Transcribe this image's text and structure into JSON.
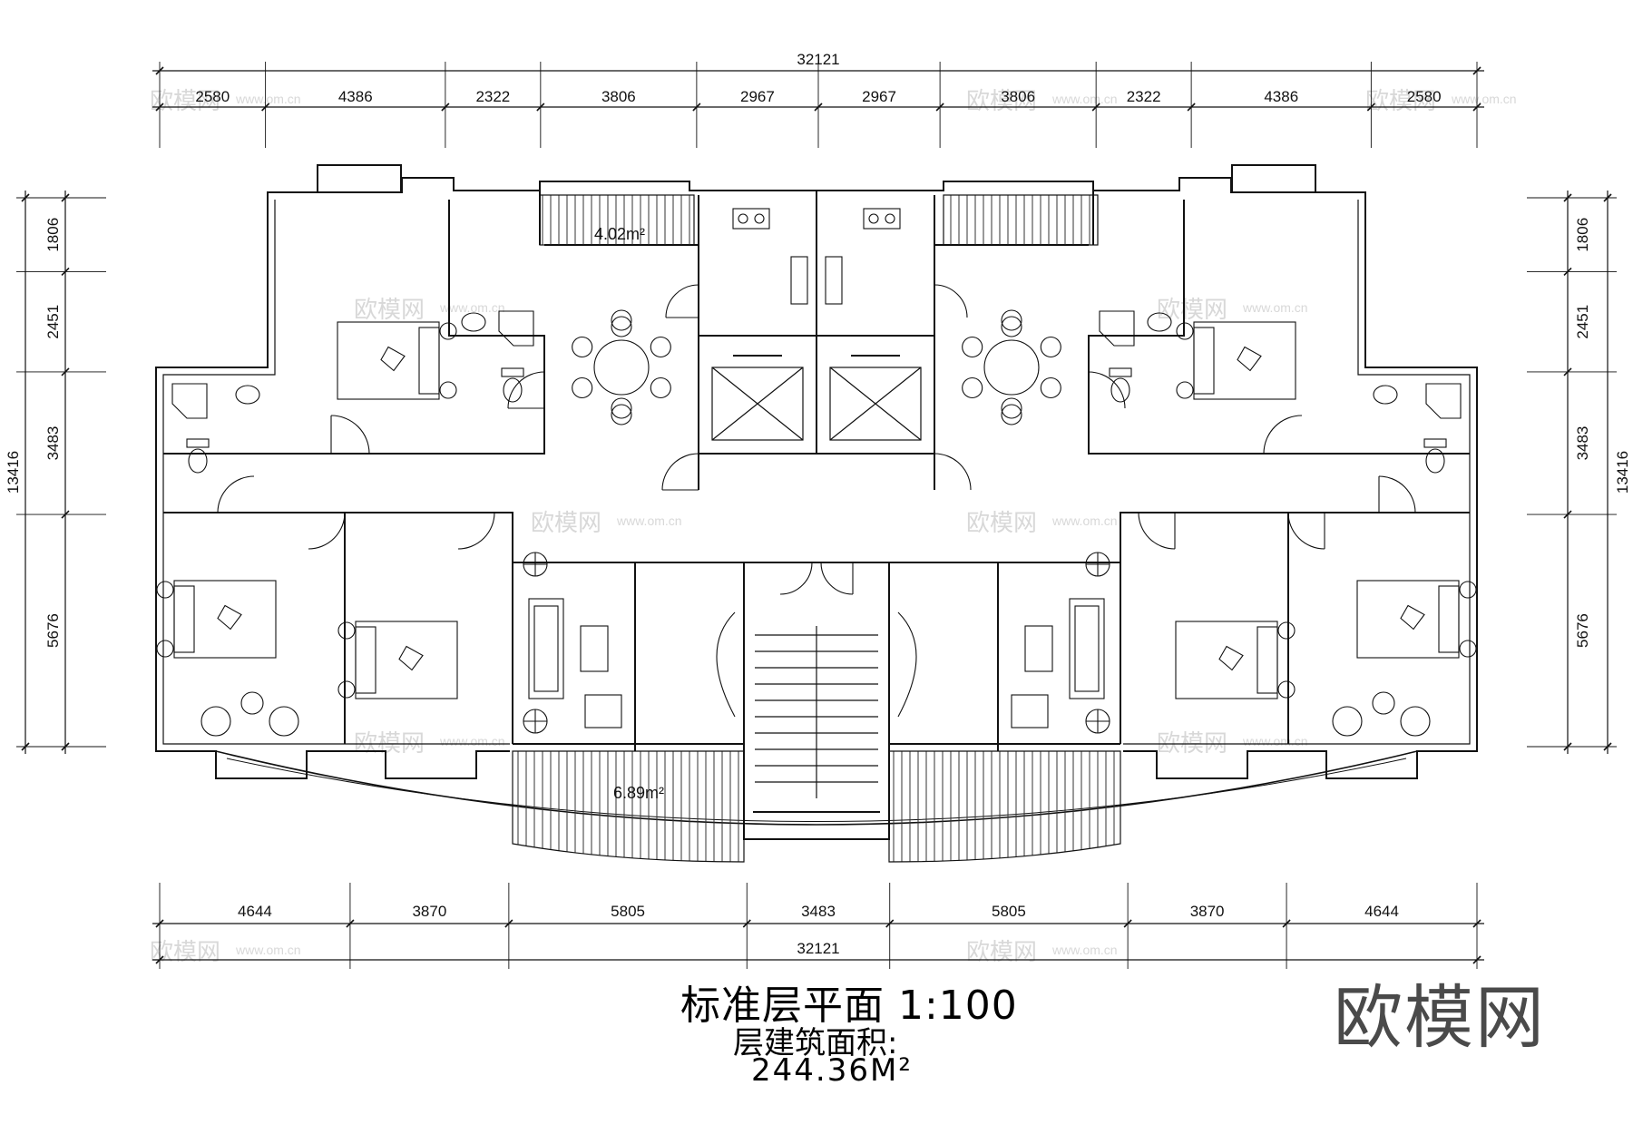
{
  "dimensions": {
    "top_total": "32121",
    "top_segments": [
      "2580",
      "4386",
      "2322",
      "3806",
      "2967",
      "2967",
      "3806",
      "2322",
      "4386",
      "2580"
    ],
    "bottom_total": "32121",
    "bottom_segments": [
      "4644",
      "3870",
      "5805",
      "3483",
      "5805",
      "3870",
      "4644"
    ],
    "left_total": "13416",
    "left_segments": [
      "1806",
      "2451",
      "3483",
      "5676"
    ],
    "right_total": "13416",
    "right_segments": [
      "1806",
      "2451",
      "3483",
      "5676"
    ]
  },
  "area_labels": {
    "top_balcony": "4.02m²",
    "bottom_balcony": "6.89m²"
  },
  "title": {
    "main": "标准层平面 1:100",
    "area_label": "层建筑面积:",
    "area_value": "244.36M²"
  },
  "watermark": {
    "logo_text": "欧模网",
    "url_text": "www.om.cn"
  }
}
